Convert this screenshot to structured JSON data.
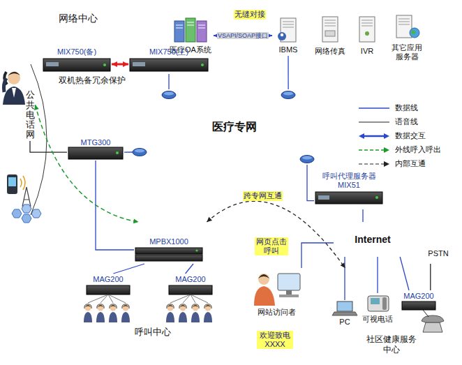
{
  "diagram": {
    "nodes": [
      {
        "text": [
          "网络中心"
        ]
      },
      {
        "text": [
          "医疗OA系统"
        ],
        "in": 0
      },
      {
        "text": [
          "IBMS"
        ],
        "in": 0
      },
      {
        "text": [
          "网络传真"
        ],
        "in": 0
      },
      {
        "text": [
          "IVR"
        ],
        "in": 0
      },
      {
        "text": [
          "其它应用服务器"
        ],
        "in": 0
      },
      {
        "text": [
          "无缝对接"
        ],
        "in": 0
      },
      {
        "text": [
          "MIX750(备)"
        ],
        "in": 0
      },
      {
        "text": [
          "MIX750(主)"
        ],
        "in": 0
      },
      {
        "text": [
          "医疗专网"
        ]
      },
      {
        "text": [
          "公共电话网"
        ]
      },
      {
        "text": [
          "MTG300"
        ]
      },
      {
        "text": [
          "呼叫代理服务器",
          "MIX51"
        ]
      },
      {
        "text": [
          "Internet"
        ]
      },
      {
        "text": [
          "跨专网互通"
        ]
      },
      {
        "text": [
          "网页点击呼叫"
        ]
      },
      {
        "text": [
          "呼叫中心"
        ]
      },
      {
        "text": [
          "MPBX1000"
        ],
        "in": 16
      },
      {
        "text": [
          "MAG200"
        ],
        "in": 16
      },
      {
        "text": [
          "MAG200"
        ],
        "in": 16
      },
      {
        "text": [
          "欢迎致电XXXX"
        ]
      },
      {
        "text": [
          "网站访问者"
        ]
      },
      {
        "text": [
          "社区健康服务中心"
        ]
      },
      {
        "text": [
          "PC"
        ],
        "in": 22
      },
      {
        "text": [
          "可视电话"
        ],
        "in": 22
      },
      {
        "text": [
          "MAG200"
        ],
        "in": 22
      },
      {
        "text": [
          "PSTN"
        ]
      }
    ],
    "edges": [
      {
        "from": 7,
        "to": 8,
        "arrow": "both"
      },
      {
        "from": 1,
        "to": 2,
        "label": "VSAPI/SOAP接口",
        "arrow": "both"
      },
      {
        "from": 8,
        "to": 9,
        "arrow": "none"
      },
      {
        "from": 2,
        "to": 9,
        "arrow": "none"
      },
      {
        "from": 11,
        "to": 9,
        "arrow": "none"
      },
      {
        "from": 11,
        "to": 17,
        "arrow": "none"
      },
      {
        "from": 12,
        "to": 9,
        "arrow": "none"
      },
      {
        "from": 12,
        "to": 13,
        "arrow": "none"
      },
      {
        "from": 13,
        "to": 21,
        "arrow": "none"
      },
      {
        "from": 13,
        "to": 23,
        "arrow": "none"
      },
      {
        "from": 13,
        "to": 24,
        "arrow": "none"
      },
      {
        "from": 13,
        "to": 25,
        "arrow": "none"
      },
      {
        "from": 25,
        "to": 26,
        "arrow": "none"
      },
      {
        "from": 17,
        "to": 18,
        "arrow": "none"
      },
      {
        "from": 17,
        "to": 19,
        "arrow": "none"
      },
      {
        "from": 10,
        "to": 11,
        "arrow": "none"
      },
      {
        "from": 10,
        "to": 16,
        "arrow": "both"
      },
      {
        "from": 16,
        "to": 22,
        "arrow": "both"
      }
    ],
    "labels": [
      "双机热备冗余保护"
    ],
    "legend": [
      {
        "text": "数据线"
      },
      {
        "text": "语音线"
      },
      {
        "text": "数据交互"
      },
      {
        "text": "外线呼入呼出"
      },
      {
        "text": "内部互通"
      }
    ]
  }
}
